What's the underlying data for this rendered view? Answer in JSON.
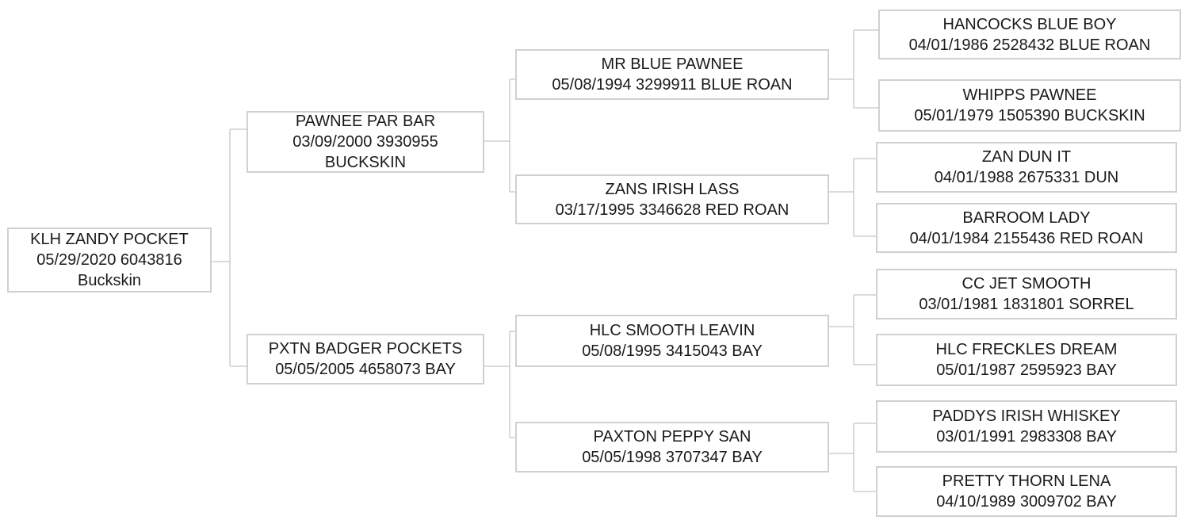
{
  "pedigree": {
    "subject": {
      "lines": [
        "KLH ZANDY POCKET",
        "05/29/2020 6043816",
        "Buckskin"
      ]
    },
    "sire": {
      "lines": [
        "PAWNEE PAR BAR",
        "03/09/2000 3930955",
        "BUCKSKIN"
      ]
    },
    "dam": {
      "lines": [
        "PXTN BADGER POCKETS",
        "05/05/2005 4658073 BAY"
      ]
    },
    "sire_sire": {
      "lines": [
        "MR BLUE PAWNEE",
        "05/08/1994 3299911 BLUE ROAN"
      ]
    },
    "sire_dam": {
      "lines": [
        "ZANS IRISH LASS",
        "03/17/1995 3346628 RED ROAN"
      ]
    },
    "dam_sire": {
      "lines": [
        "HLC SMOOTH LEAVIN",
        "05/08/1995 3415043 BAY"
      ]
    },
    "dam_dam": {
      "lines": [
        "PAXTON PEPPY SAN",
        "05/05/1998 3707347 BAY"
      ]
    },
    "ss_sire": {
      "lines": [
        "HANCOCKS BLUE BOY",
        "04/01/1986 2528432 BLUE ROAN"
      ]
    },
    "ss_dam": {
      "lines": [
        "WHIPPS PAWNEE",
        "05/01/1979 1505390 BUCKSKIN"
      ]
    },
    "sd_sire": {
      "lines": [
        "ZAN DUN IT",
        "04/01/1988 2675331 DUN"
      ]
    },
    "sd_dam": {
      "lines": [
        "BARROOM LADY",
        "04/01/1984 2155436 RED ROAN"
      ]
    },
    "ds_sire": {
      "lines": [
        "CC JET SMOOTH",
        "03/01/1981 1831801 SORREL"
      ]
    },
    "ds_dam": {
      "lines": [
        "HLC FRECKLES DREAM",
        "05/01/1987 2595923 BAY"
      ]
    },
    "dd_sire": {
      "lines": [
        "PADDYS IRISH WHISKEY",
        "03/01/1991 2983308 BAY"
      ]
    },
    "dd_dam": {
      "lines": [
        "PRETTY THORN LENA",
        "04/10/1989 3009702 BAY"
      ]
    }
  },
  "colors": {
    "border": "#d0d0d0",
    "connector": "#cfcfcf",
    "text": "#1a1a1a"
  }
}
